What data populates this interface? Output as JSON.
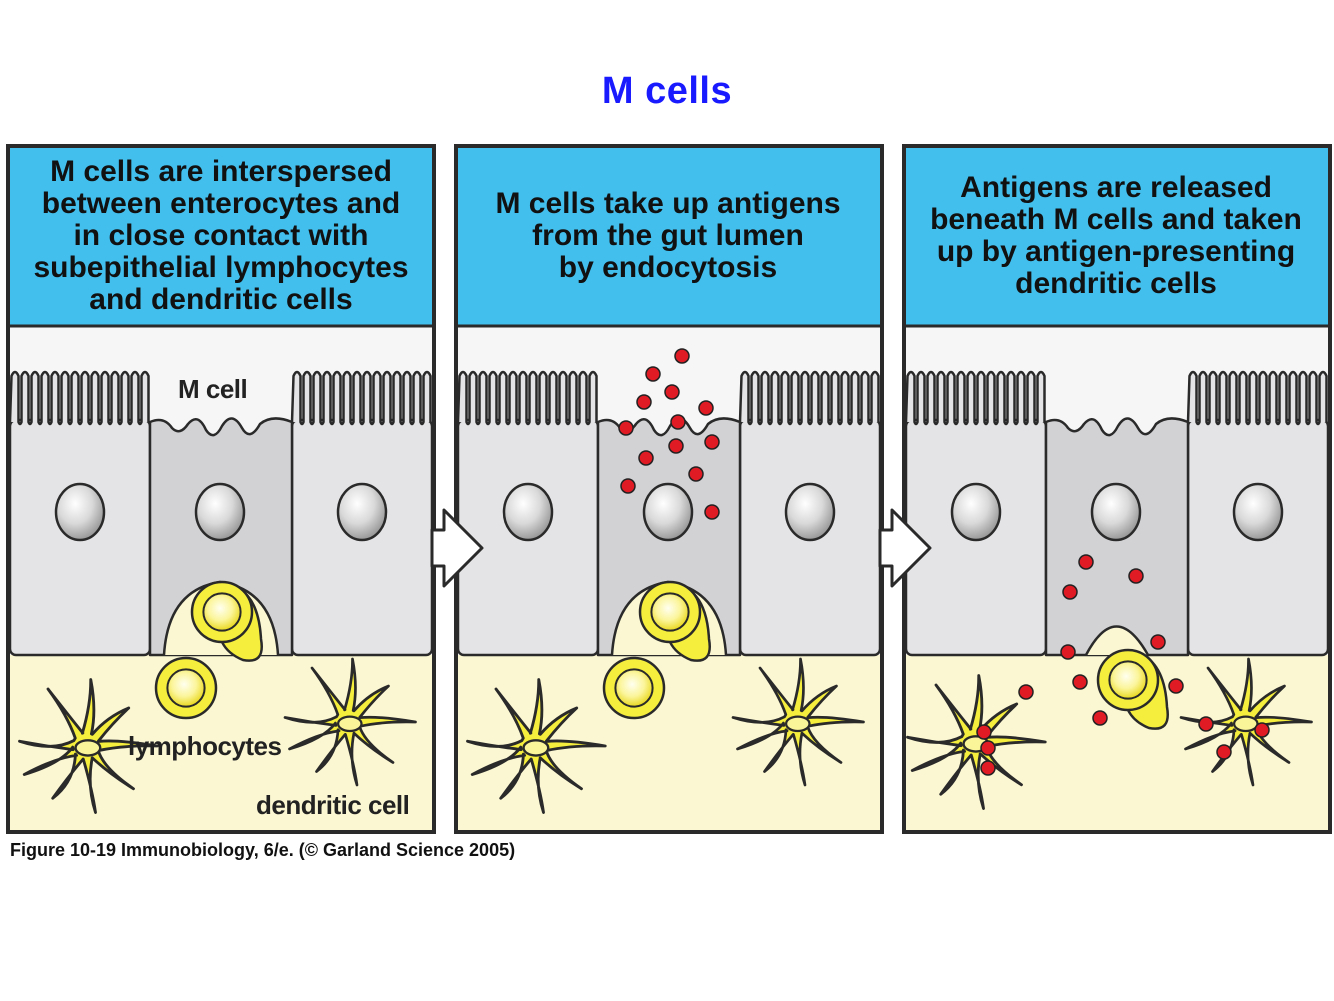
{
  "title": "M cells",
  "panels": [
    {
      "caption": "M cells are interspersed\nbetween enterocytes and\nin close contact with\nsubepithelial lymphocytes\nand dendritic cells"
    },
    {
      "caption": "M cells take up antigens\nfrom the gut lumen\nby endocytosis"
    },
    {
      "caption": "Antigens are released\nbeneath M cells and taken\nup by antigen-presenting\ndendritic cells"
    }
  ],
  "labels": {
    "m_cell": "M cell",
    "lymphocytes": "lymphocytes",
    "dendritic_cell": "dendritic cell"
  },
  "credit": "Figure 10-19  Immunobiology, 6/e. (© Garland Science 2005)",
  "colors": {
    "header": "#43bfee",
    "lumen": "#f6f6f6",
    "enterocyte": "#e4e4e6",
    "m_cell": "#d2d2d5",
    "subepithelium": "#fbf7d2",
    "immune_cell": "#f5ee3c",
    "antigen": "#e01b24",
    "outline": "#2a2a2a"
  }
}
